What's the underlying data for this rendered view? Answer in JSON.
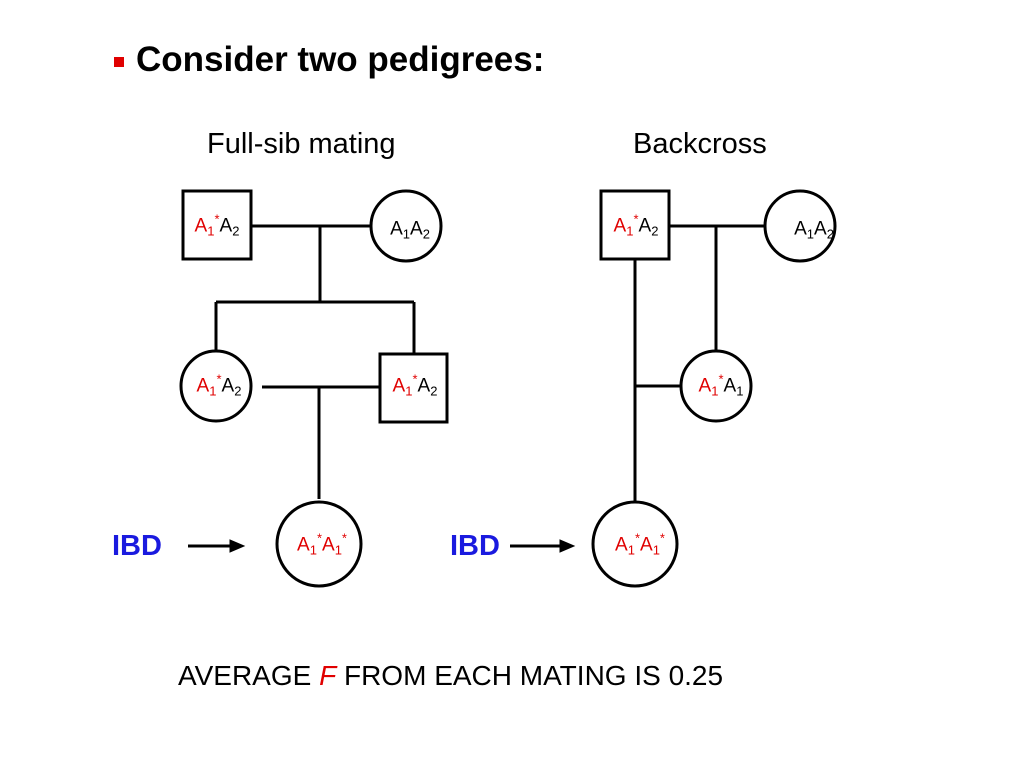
{
  "heading": "Consider two pedigrees:",
  "pedigrees": {
    "fullsib": {
      "title": "Full-sib mating",
      "nodes": {
        "father": {
          "a": "A",
          "a_sub": "1",
          "a_sup": "*",
          "b": "A",
          "b_sub": "2",
          "b_sup": ""
        },
        "mother": {
          "a": "A",
          "a_sub": "1",
          "a_sup": "",
          "b": "A",
          "b_sub": "2",
          "b_sup": ""
        },
        "sister": {
          "a": "A",
          "a_sub": "1",
          "a_sup": "*",
          "b": "A",
          "b_sub": "2",
          "b_sup": ""
        },
        "brother": {
          "a": "A",
          "a_sub": "1",
          "a_sup": "*",
          "b": "A",
          "b_sub": "2",
          "b_sup": ""
        },
        "offspring": {
          "a": "A",
          "a_sub": "1",
          "a_sup": "*",
          "b": "A",
          "b_sub": "1",
          "b_sup": "*"
        }
      },
      "ibd_label": "IBD"
    },
    "backcross": {
      "title": "Backcross",
      "nodes": {
        "father": {
          "a": "A",
          "a_sub": "1",
          "a_sup": "*",
          "b": "A",
          "b_sub": "2",
          "b_sup": ""
        },
        "mother": {
          "a": "A",
          "a_sub": "1",
          "a_sup": "",
          "b": "A",
          "b_sub": "2",
          "b_sup": ""
        },
        "daughter": {
          "a": "A",
          "a_sub": "1",
          "a_sup": "*",
          "b": "A",
          "b_sub": "1",
          "b_sup": ""
        },
        "offspring": {
          "a": "A",
          "a_sub": "1",
          "a_sup": "*",
          "b": "A",
          "b_sub": "1",
          "b_sup": "*"
        }
      },
      "ibd_label": "IBD"
    }
  },
  "footer": {
    "before": "AVERAGE",
    "emphasis": "F",
    "after": "FROM EACH MATING IS 0.25"
  },
  "colors": {
    "bullet": "#e00000",
    "ibd_allele": "#e00000",
    "ibd_label": "#1a1adf"
  }
}
